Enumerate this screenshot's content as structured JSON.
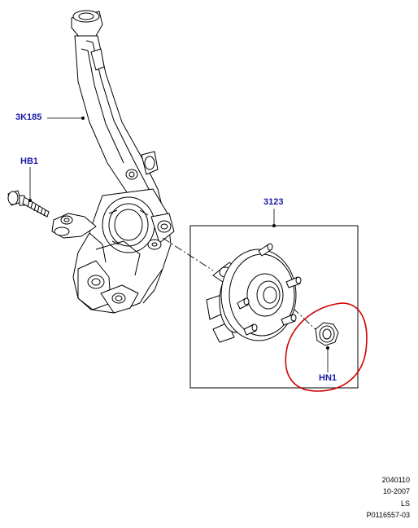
{
  "callouts": {
    "knuckle": "3K185",
    "bolt": "HB1",
    "hub": "3123",
    "nut": "HN1"
  },
  "footer": {
    "line1": "2040110",
    "line2": "10-2007",
    "line3": "LS",
    "line4": "P0116557-03"
  },
  "colors": {
    "callout_text": "#1a1aa6",
    "line_art": "#000000",
    "highlight": "#d00000",
    "background": "#ffffff"
  }
}
